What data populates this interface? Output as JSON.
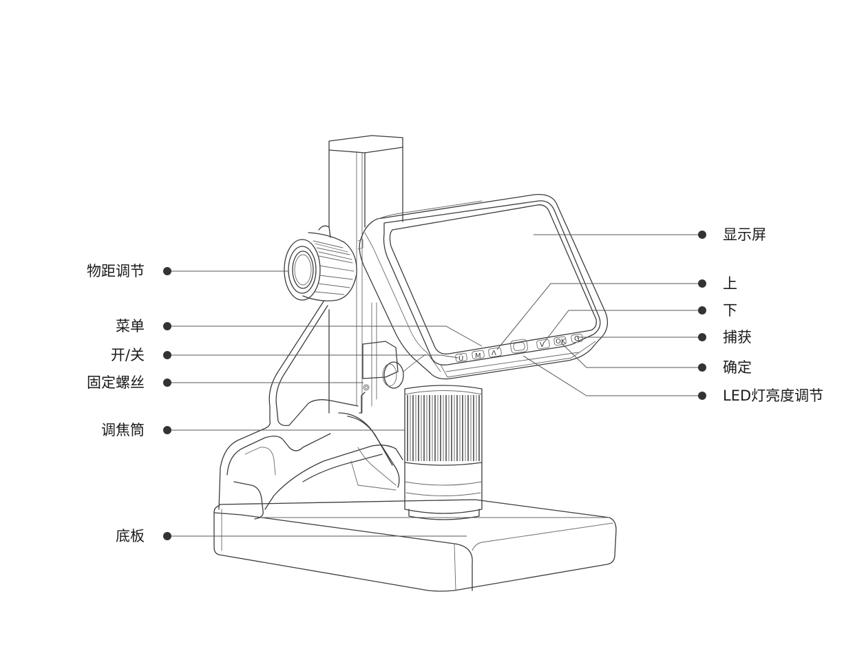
{
  "labels_left": [
    {
      "id": "focus-distance",
      "text": "物距调节"
    },
    {
      "id": "menu",
      "text": "菜单"
    },
    {
      "id": "power",
      "text": "开/关"
    },
    {
      "id": "fixing-screw",
      "text": "固定螺丝"
    },
    {
      "id": "focus-tube",
      "text": "调焦筒"
    },
    {
      "id": "base",
      "text": "底板"
    }
  ],
  "labels_right": [
    {
      "id": "display",
      "text": "显示屏"
    },
    {
      "id": "up",
      "text": "上"
    },
    {
      "id": "down",
      "text": "下"
    },
    {
      "id": "capture",
      "text": "捕获"
    },
    {
      "id": "ok",
      "text": "确定"
    },
    {
      "id": "led",
      "text": "LED灯亮度调节"
    }
  ],
  "button_glyphs": [
    "Ü",
    "M",
    "Λ",
    "V",
    "OK",
    "G"
  ],
  "colors": {
    "line": "#3a3a3a",
    "dot": "#333333",
    "text": "#1a1a1a"
  }
}
